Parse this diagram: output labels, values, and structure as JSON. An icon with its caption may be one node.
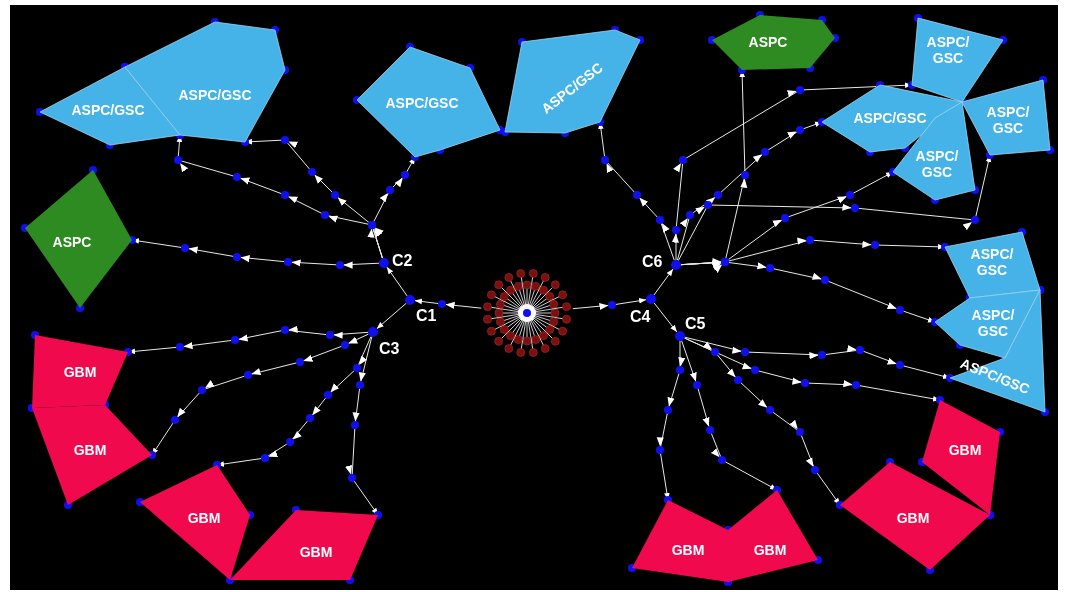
{
  "diagram": {
    "nodes": [
      {
        "text": [],
        "shape": "picture"
      },
      {
        "text": [],
        "shape": "circle",
        "beside": [
          "C1"
        ]
      },
      {
        "text": [],
        "shape": "circle",
        "beside": [
          "C2"
        ]
      },
      {
        "text": [],
        "shape": "circle",
        "beside": [
          "C3"
        ]
      },
      {
        "text": [],
        "shape": "circle",
        "beside": [
          "C4"
        ]
      },
      {
        "text": [],
        "shape": "circle",
        "beside": [
          "C5"
        ]
      },
      {
        "text": [],
        "shape": "circle",
        "beside": [
          "C6"
        ]
      },
      {
        "text": [
          "ASPC/GSC"
        ]
      },
      {
        "text": [
          "ASPC/GSC"
        ]
      },
      {
        "text": [
          "ASPC"
        ]
      },
      {
        "text": [
          "ASPC/GSC"
        ]
      },
      {
        "text": [
          "ASPC/GSC"
        ]
      },
      {
        "text": [
          "ASPC"
        ]
      },
      {
        "text": [
          "ASPC/ GSC"
        ]
      },
      {
        "text": [
          "ASPC/GSC"
        ]
      },
      {
        "text": [
          "ASPC/ GSC"
        ]
      },
      {
        "text": [
          "ASPC/ GSC"
        ]
      },
      {
        "text": [
          "ASPC/ GSC"
        ]
      },
      {
        "text": [
          "ASPC/ GSC"
        ]
      },
      {
        "text": [
          "ASPC/GSC"
        ]
      },
      {
        "text": [
          "GBM"
        ]
      },
      {
        "text": [
          "GBM"
        ]
      },
      {
        "text": [
          "GBM"
        ]
      },
      {
        "text": [
          "GBM"
        ]
      },
      {
        "text": [
          "GBM"
        ]
      },
      {
        "text": [
          "GBM"
        ]
      },
      {
        "text": [
          "GBM"
        ]
      },
      {
        "text": [
          "GBM"
        ]
      }
    ],
    "edges": [
      {
        "from": 0,
        "to": 1,
        "arrow": "to"
      },
      {
        "from": 0,
        "to": 4,
        "arrow": "to"
      },
      {
        "from": 1,
        "to": 2,
        "arrow": "to"
      },
      {
        "from": 1,
        "to": 3,
        "arrow": "to"
      },
      {
        "from": 4,
        "to": 5,
        "arrow": "to"
      },
      {
        "from": 4,
        "to": 6,
        "arrow": "to"
      },
      {
        "from": 2,
        "to": 9,
        "arrow": "to"
      },
      {
        "from": 2,
        "to": 7,
        "arrow": "to"
      },
      {
        "from": 2,
        "to": 8,
        "arrow": "to"
      },
      {
        "from": 2,
        "to": 10,
        "arrow": "to"
      },
      {
        "from": 3,
        "to": 20,
        "arrow": "to"
      },
      {
        "from": 3,
        "to": 21,
        "arrow": "to"
      },
      {
        "from": 3,
        "to": 22,
        "arrow": "to"
      },
      {
        "from": 3,
        "to": 23,
        "arrow": "to"
      },
      {
        "from": 5,
        "to": 24,
        "arrow": "to"
      },
      {
        "from": 5,
        "to": 25,
        "arrow": "to"
      },
      {
        "from": 5,
        "to": 27,
        "arrow": "to"
      },
      {
        "from": 5,
        "to": 26,
        "arrow": "to"
      },
      {
        "from": 5,
        "to": 19,
        "arrow": "to"
      },
      {
        "from": 6,
        "to": 11,
        "arrow": "to"
      },
      {
        "from": 6,
        "to": 12,
        "arrow": "to"
      },
      {
        "from": 6,
        "to": 13,
        "arrow": "to"
      },
      {
        "from": 6,
        "to": 14,
        "arrow": "to"
      },
      {
        "from": 6,
        "to": 16,
        "arrow": "to"
      },
      {
        "from": 6,
        "to": 15,
        "arrow": "to"
      },
      {
        "from": 6,
        "to": 17,
        "arrow": "to"
      },
      {
        "from": 6,
        "to": 18,
        "arrow": "to"
      }
    ]
  }
}
